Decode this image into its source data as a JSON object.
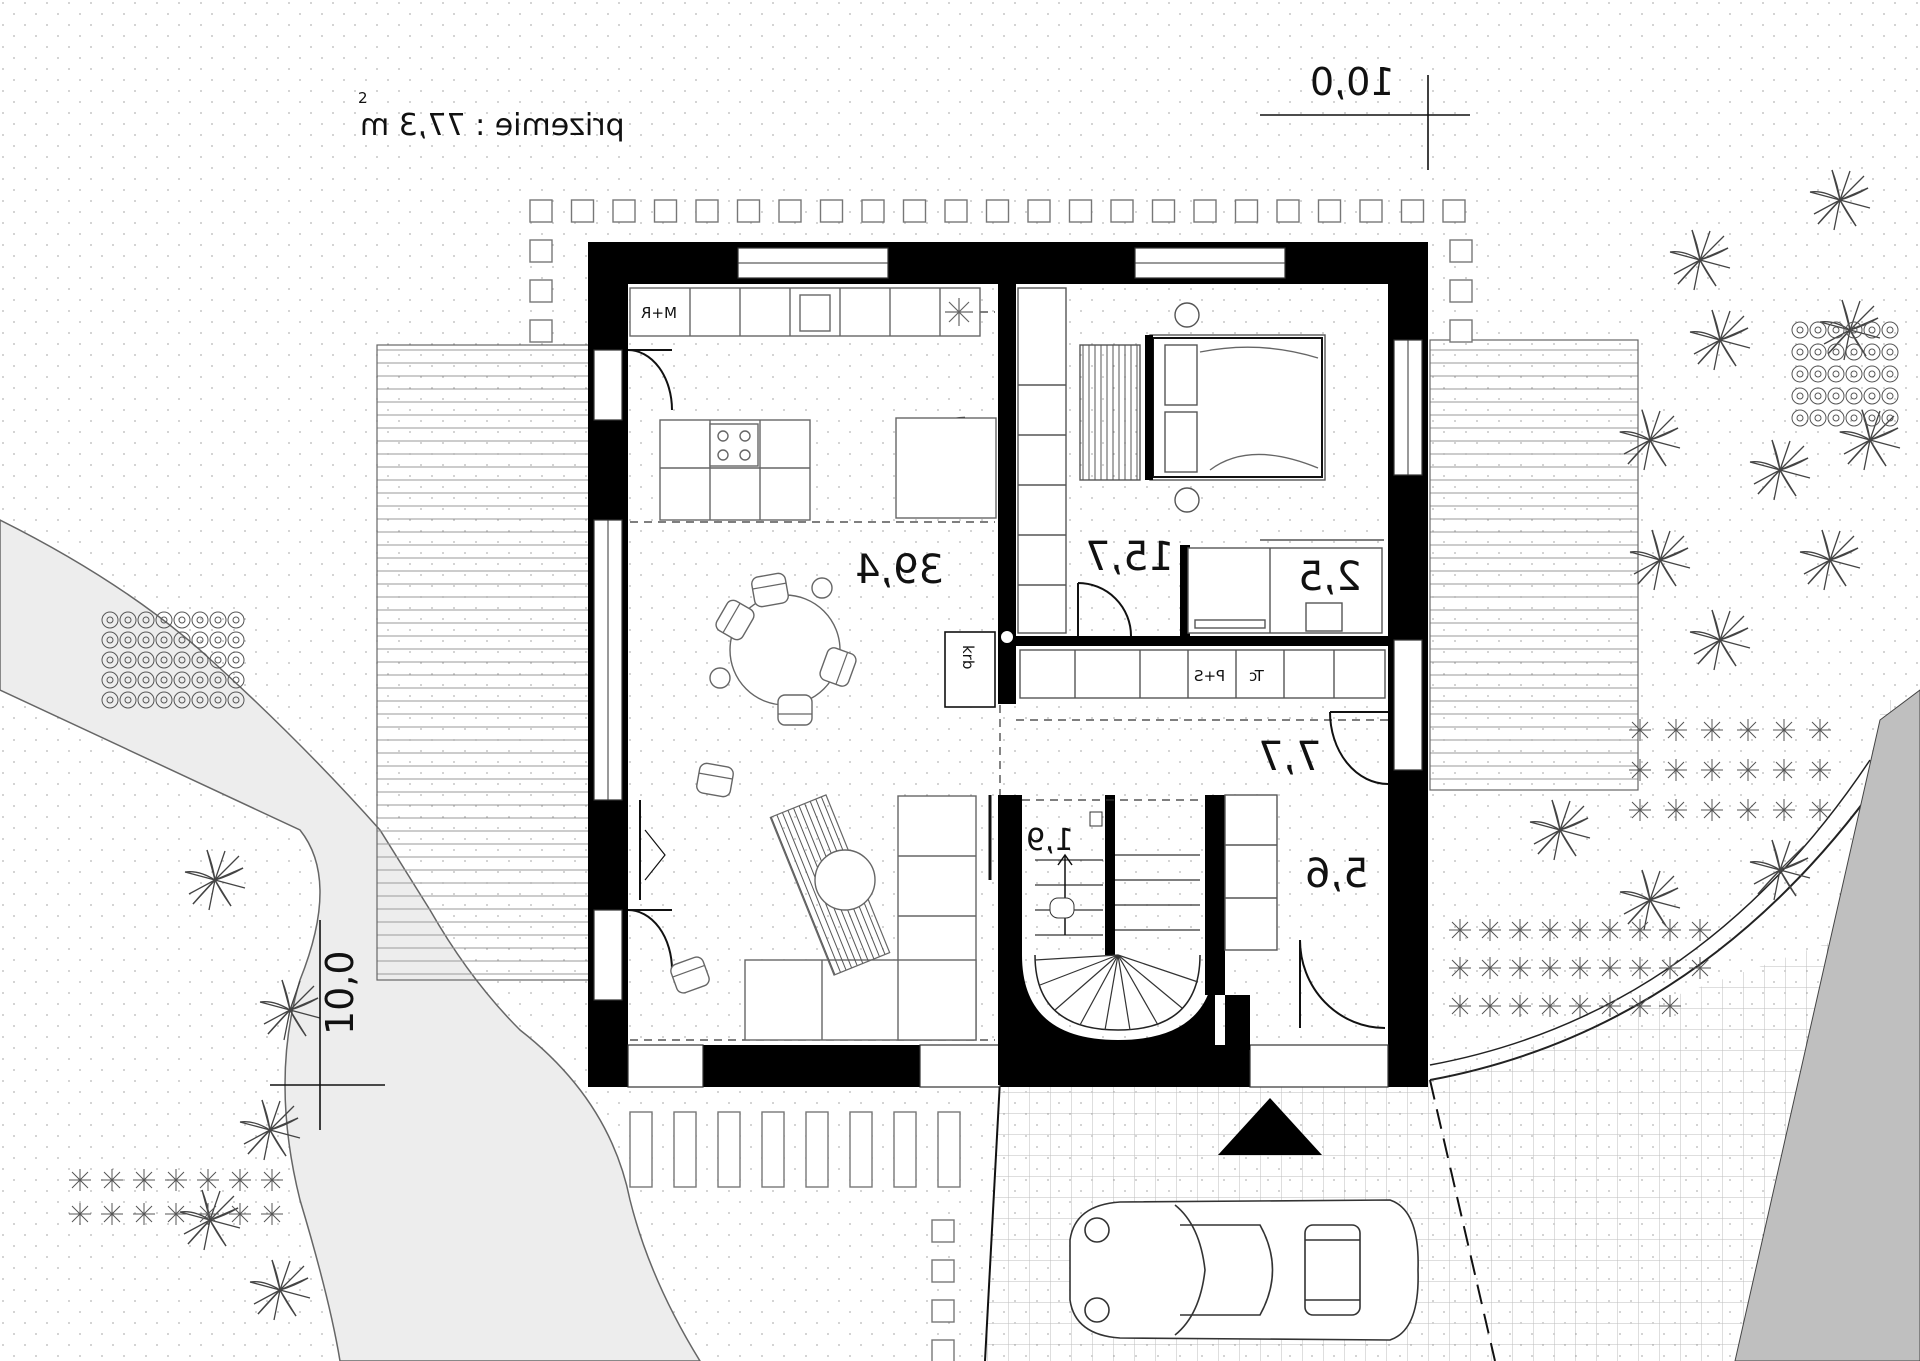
{
  "title": "prizemie : 77,3 m",
  "title_sup": "2",
  "dimensions": {
    "horizontal": "10,0",
    "vertical": "10,0"
  },
  "rooms": {
    "living": "39,4",
    "bedroom": "15,7",
    "bath_a": "2,5",
    "hall": "7,7",
    "entry": "5,6",
    "wc": "1,9"
  },
  "fixtures": {
    "fridge": "M+R",
    "fireplace": "krb",
    "dryer": "Tc",
    "washer": "P+S"
  },
  "colors": {
    "wall": "#000000",
    "line": "#333333",
    "terrain": "#ededed",
    "paving": "#bdbdbd"
  },
  "icons": [
    "tree-icon",
    "shrub-icon",
    "car-icon",
    "chair-icon",
    "table-icon",
    "bed-icon",
    "stair-icon",
    "entrance-arrow-icon"
  ]
}
